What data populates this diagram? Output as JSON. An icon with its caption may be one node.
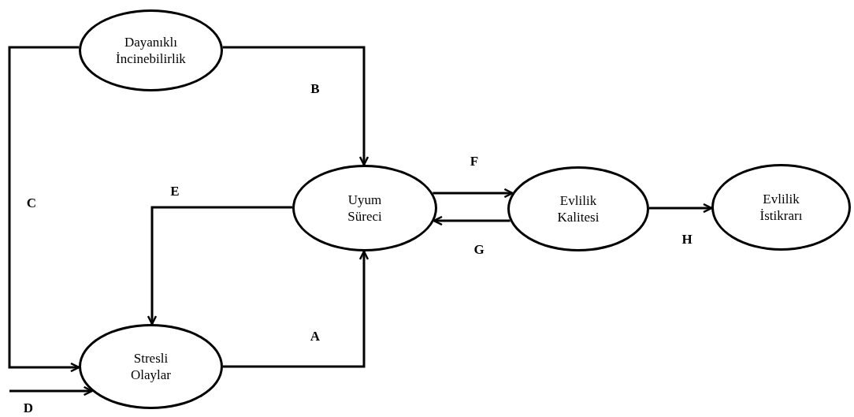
{
  "diagram": {
    "nodes": [
      {
        "text": [
          "Dayanıklı İncinebilirlik"
        ]
      },
      {
        "text": [
          "Uyum Süreci"
        ]
      },
      {
        "text": [
          "Evlilik Kalitesi"
        ]
      },
      {
        "text": [
          "Evlilik İstikrarı"
        ]
      },
      {
        "text": [
          "Stresli Olaylar"
        ]
      }
    ],
    "edges": [
      {
        "from": 0,
        "to": 1,
        "arrow": "to",
        "label": "B"
      },
      {
        "from": 0,
        "to": 4,
        "arrow": "to",
        "label": "C"
      },
      {
        "from": 1,
        "to": 4,
        "arrow": "to",
        "label": "E"
      },
      {
        "from": 4,
        "to": 1,
        "arrow": "to",
        "label": "A"
      },
      {
        "from": 1,
        "to": 2,
        "arrow": "to",
        "label": "F"
      },
      {
        "from": 2,
        "to": 1,
        "arrow": "to",
        "label": "G"
      },
      {
        "from": 2,
        "to": 3,
        "arrow": "to",
        "label": "H"
      },
      {
        "from": null,
        "to": 4,
        "arrow": "to",
        "label": "D"
      }
    ]
  }
}
